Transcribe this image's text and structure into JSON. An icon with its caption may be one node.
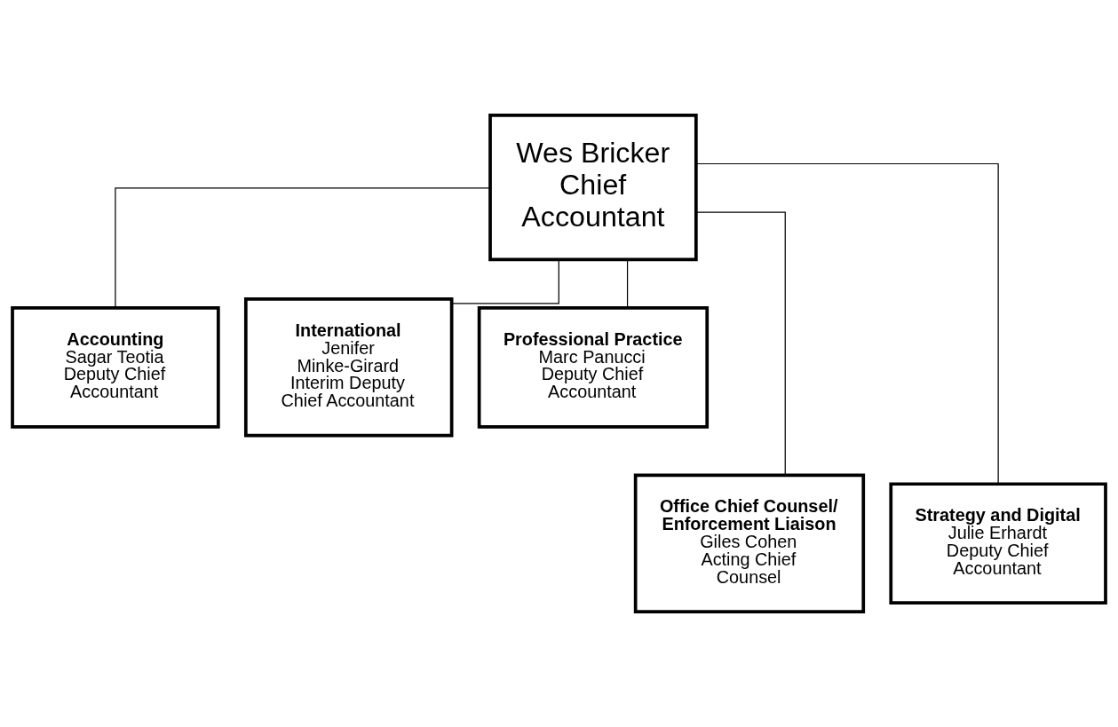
{
  "diagram": {
    "nodes": [
      {
        "text": [
          "Wes Bricker",
          "Chief Accountant"
        ]
      },
      {
        "text": [
          "Accounting",
          "Sagar Teotia Deputy Chief Accountant"
        ]
      },
      {
        "text": [
          "International",
          "Jenifer Minke-Girard Interim Deputy Chief Accountant"
        ]
      },
      {
        "text": [
          "Professional Practice",
          "Marc Panucci Deputy Chief Accountant"
        ]
      },
      {
        "text": [
          "Office Chief Counsel/ Enforcement Liaison",
          "Giles Cohen Acting Chief Counsel"
        ]
      },
      {
        "text": [
          "Strategy and Digital",
          "Julie Erhardt Deputy Chief Accountant"
        ]
      }
    ],
    "edges": [
      {
        "from": 0,
        "to": 1,
        "arrow": "none"
      },
      {
        "from": 0,
        "to": 2,
        "arrow": "none"
      },
      {
        "from": 0,
        "to": 3,
        "arrow": "none"
      },
      {
        "from": 0,
        "to": 4,
        "arrow": "none"
      },
      {
        "from": 0,
        "to": 5,
        "arrow": "none"
      }
    ]
  }
}
